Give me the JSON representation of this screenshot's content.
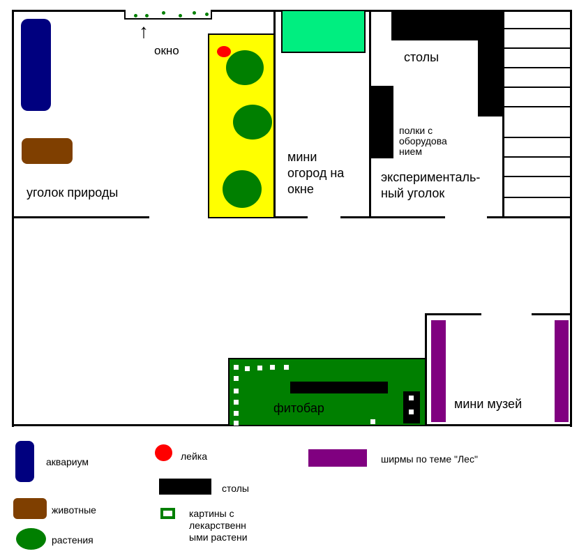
{
  "colors": {
    "aquarium": "#00007f",
    "animals": "#7f3f00",
    "plant": "#007f00",
    "garden_bed": "#ffff00",
    "watering_can": "#ff0000",
    "mint_box": "#00ee80",
    "tables": "#000000",
    "phytobar": "#007f00",
    "screens": "#800080"
  },
  "plan": {
    "window_label": "окно",
    "window_arrow": "↑",
    "nature_corner": "уголок природы",
    "mini_garden": [
      "мини",
      "огород на",
      "окне"
    ],
    "tables": "столы",
    "shelves": [
      "полки с",
      "оборудова",
      "нием"
    ],
    "experimental": [
      "эксперименталь-",
      "ный уголок"
    ],
    "phytobar": "фитобар",
    "mini_museum": "мини музей"
  },
  "legend": {
    "aquarium": "аквариум",
    "animals": "животные",
    "plants": "растения",
    "watering_can": "лейка",
    "tables": "столы",
    "pictures": [
      "картины с",
      "лекарственн",
      "ыми растени"
    ],
    "screens": "ширмы по теме \"Лес\""
  }
}
